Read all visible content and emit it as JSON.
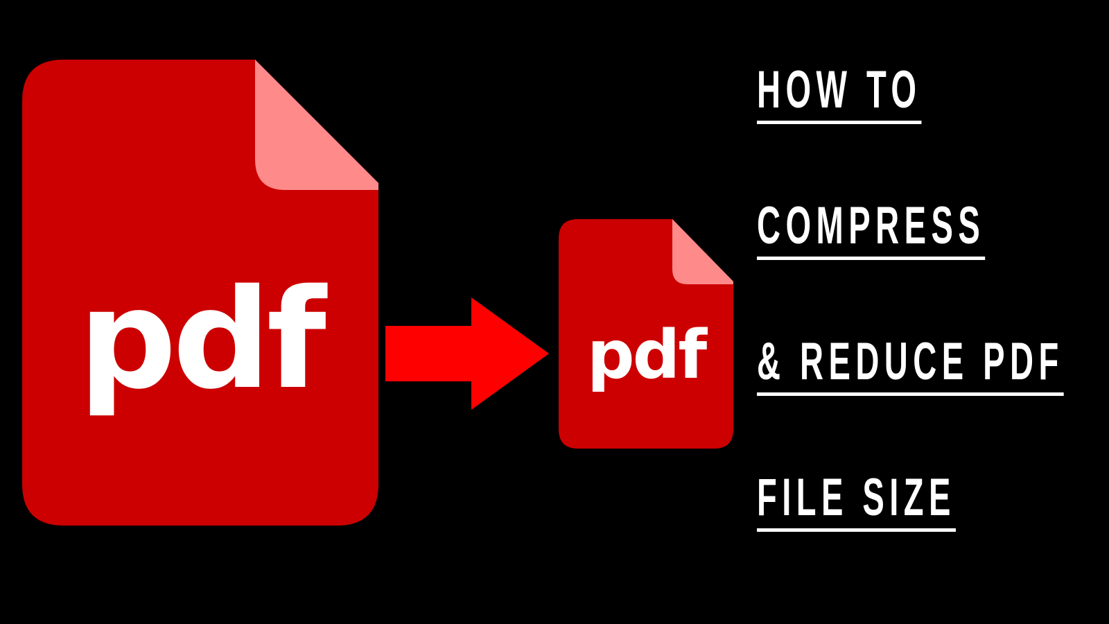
{
  "thumbnail": {
    "large_file_label": "pdf",
    "small_file_label": "pdf",
    "headline": [
      "HOW TO ",
      "COMPRESS ",
      "& REDUCE PDF",
      "FILE SIZE"
    ]
  },
  "colors": {
    "background": "#000000",
    "file_body": "#cc0000",
    "file_fold": "#ff8a8a",
    "arrow": "#ff0000",
    "text": "#ffffff"
  },
  "icons": {
    "large_file": "pdf-file-icon",
    "small_file": "pdf-file-icon",
    "arrow": "arrow-right-icon"
  }
}
